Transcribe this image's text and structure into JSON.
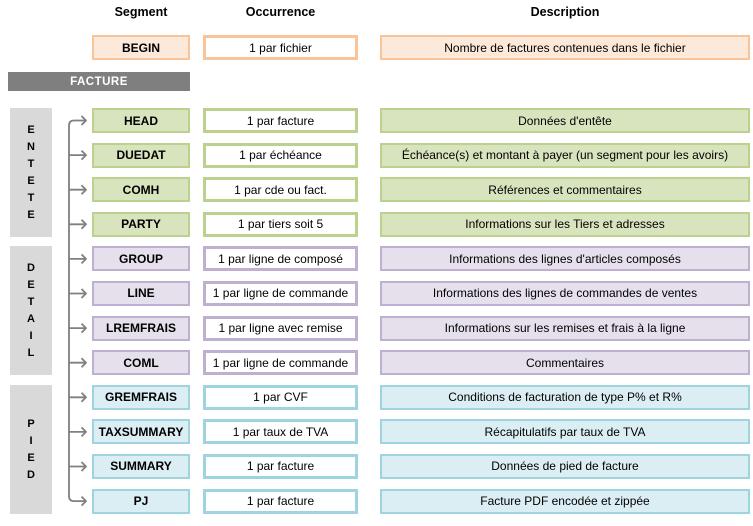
{
  "header": {
    "segment": "Segment",
    "occurrence": "Occurrence",
    "description": "Description"
  },
  "begin": {
    "segment": "BEGIN",
    "occurrence": "1 par fichier",
    "description": "Nombre de factures contenues dans le fichier",
    "colors": {
      "fill": "#FDE9D9",
      "border": "#F9C499"
    }
  },
  "facture": {
    "label": "FACTURE",
    "colors": {
      "fill": "#7F7F7F",
      "text": "#FFFFFF"
    }
  },
  "group_labels": {
    "colors": {
      "fill": "#D9D9D9"
    }
  },
  "arrows": {
    "colors": {
      "stroke": "#808080"
    }
  },
  "groups": [
    {
      "label": "ENTETE",
      "label_stacked": "E\nN\nT\nE\nT\nE",
      "colors": {
        "fill": "#D8E4BE",
        "border": "#BCD18E"
      },
      "rows": [
        {
          "segment": "HEAD",
          "occurrence": "1 par facture",
          "description": "Données d'entête"
        },
        {
          "segment": "DUEDAT",
          "occurrence": "1 par échéance",
          "description": "Échéance(s) et montant à payer (un segment pour les avoirs)"
        },
        {
          "segment": "COMH",
          "occurrence": "1 par cde ou fact.",
          "description": "Références et commentaires"
        },
        {
          "segment": "PARTY",
          "occurrence": "1 par tiers soit 5",
          "description": "Informations sur les Tiers et adresses"
        }
      ]
    },
    {
      "label": "DETAIL",
      "label_stacked": "D\nE\nT\nA\nI\nL",
      "colors": {
        "fill": "#E6E0EC",
        "border": "#BFAFD1"
      },
      "rows": [
        {
          "segment": "GROUP",
          "occurrence": "1 par ligne de composé",
          "description": "Informations des lignes d'articles composés"
        },
        {
          "segment": "LINE",
          "occurrence": "1 par ligne de commande",
          "description": "Informations des lignes de commandes de ventes"
        },
        {
          "segment": "LREMFRAIS",
          "occurrence": "1 par ligne avec remise",
          "description": "Informations sur les remises et frais à la ligne"
        },
        {
          "segment": "COML",
          "occurrence": "1 par ligne de commande",
          "description": "Commentaires"
        }
      ]
    },
    {
      "label": "PIED",
      "label_stacked": "P\nI\nE\nD",
      "colors": {
        "fill": "#DBEEF4",
        "border": "#9FD3E0"
      },
      "rows": [
        {
          "segment": "GREMFRAIS",
          "occurrence": "1 par CVF",
          "description": "Conditions de facturation de type P% et R%"
        },
        {
          "segment": "TAXSUMMARY",
          "occurrence": "1 par taux de TVA",
          "description": "Récapitulatifs par taux de TVA"
        },
        {
          "segment": "SUMMARY",
          "occurrence": "1 par facture",
          "description": "Données de pied de facture"
        },
        {
          "segment": "PJ",
          "occurrence": "1 par facture",
          "description": "Facture PDF encodée et zippée"
        }
      ]
    }
  ]
}
